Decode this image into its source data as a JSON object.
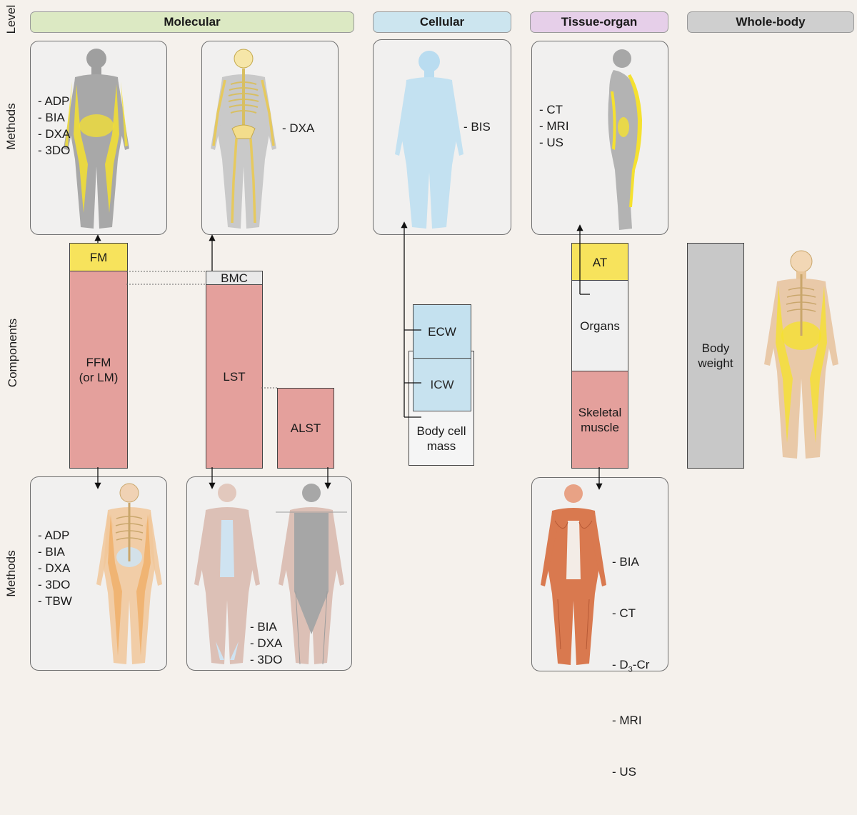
{
  "row_labels": {
    "level": "Level",
    "methods_top": "Methods",
    "components": "Components",
    "methods_bottom": "Methods"
  },
  "levels": {
    "molecular": "Molecular",
    "cellular": "Cellular",
    "tissue_organ": "Tissue-organ",
    "whole_body": "Whole-body"
  },
  "colors": {
    "molecular": "#dce9c3",
    "cellular": "#cce5ef",
    "tissue_organ": "#e6cfe9",
    "whole_body": "#cfcfcf",
    "fat": "#f7e35c",
    "lean": "#e4a09c",
    "water": "#c4e1ef",
    "bone": "#e9e9e9",
    "body_weight": "#c8c8c8"
  },
  "methods_top": {
    "fm": "- ADP\n- BIA\n- DXA\n- 3DO",
    "bmc": "- DXA",
    "cellular": "- BIS",
    "tissue": "- CT\n- MRI\n- US"
  },
  "methods_bottom": {
    "ffm": "- ADP\n- BIA\n- DXA\n- 3DO\n- TBW",
    "lst": "- BIA\n- DXA\n- 3DO",
    "muscle_bia": "- BIA",
    "muscle_ct": "- CT",
    "muscle_d3": "- D",
    "muscle_d3_sub": "3",
    "muscle_d3_rest": "-Cr",
    "muscle_mri": "- MRI",
    "muscle_us": "- US"
  },
  "components": {
    "fm": "FM",
    "ffm_line1": "FFM",
    "ffm_line2": "(or LM)",
    "bmc": "BMC",
    "lst": "LST",
    "alst": "ALST",
    "ecw": "ECW",
    "icw": "ICW",
    "bcm_line1": "Body cell",
    "bcm_line2": "mass",
    "at": "AT",
    "organs": "Organs",
    "skeletal_line1": "Skeletal",
    "skeletal_line2": "muscle",
    "body_weight_line1": "Body",
    "body_weight_line2": "weight"
  }
}
